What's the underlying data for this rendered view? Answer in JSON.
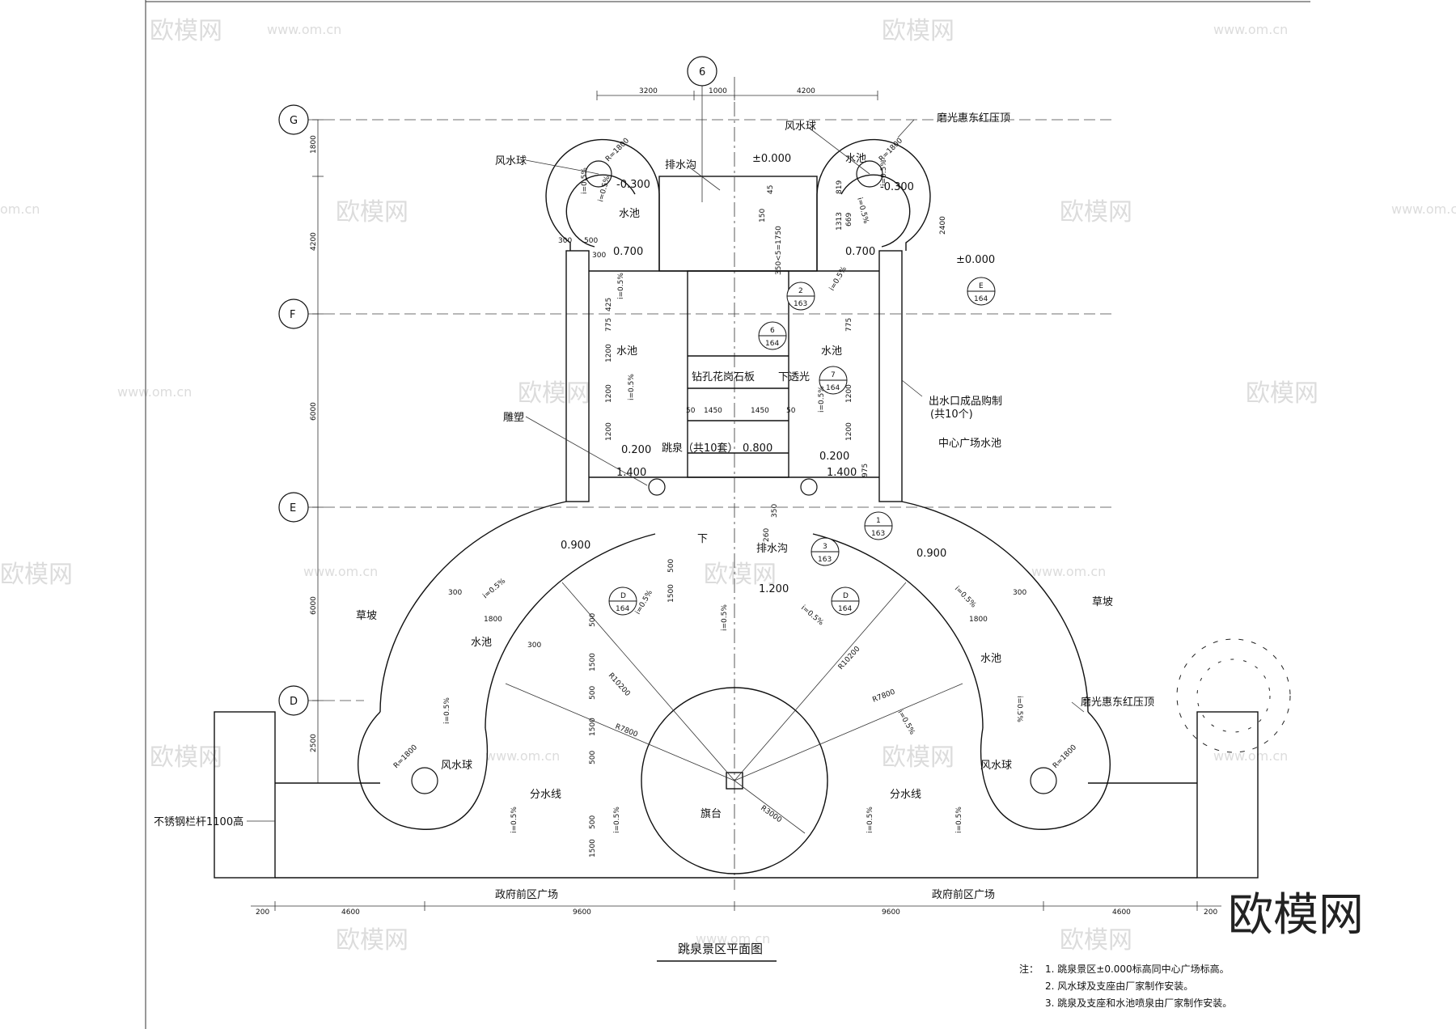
{
  "drawing": {
    "title": "跳泉景区平面图",
    "grid_labels": [
      "G",
      "F",
      "E",
      "D",
      "6"
    ],
    "labels": {
      "fengshuiqiu": "风水球",
      "paishuigou": "排水沟",
      "mogang": "磨光惠东红压顶",
      "shuichi": "水池",
      "zuankong": "钻孔花岗石板",
      "xiatouguang": "下透光",
      "chushuikou": "出水口成品购制",
      "gong10": "(共10个)",
      "zhongxin": "中心广场水池",
      "diaosu": "雕塑",
      "tiaoquan": "跳泉（共10套）",
      "xia": "下",
      "caopo": "草坡",
      "fenshuixian": "分水线",
      "qitai": "旗台",
      "buxiugang": "不锈钢栏杆1100高",
      "zhengfu": "政府前区广场"
    },
    "elevations": {
      "e000": "±0.000",
      "em0300": "-0.300",
      "e0700": "0.700",
      "e0200": "0.200",
      "e0800": "0.800",
      "e1400": "1.400",
      "e0900": "0.900",
      "e1200": "1.200"
    },
    "dims": {
      "d3200": "3200",
      "d1000": "1000",
      "d4200": "4200",
      "d1800": "1800",
      "d6000": "6000",
      "d2500": "2500",
      "d2400": "2400",
      "d200": "200",
      "d4600": "4600",
      "d9600": "9600",
      "d1450": "1450",
      "d50": "50",
      "d300": "300",
      "d500": "500",
      "d1500": "1500",
      "d1200": "1200",
      "d150x5": "350<5=1750",
      "d350": "350",
      "d45": "45",
      "d150": "150",
      "d260": "260",
      "d975": "975",
      "d425": "425",
      "d775": "775",
      "d669": "669",
      "d819": "819",
      "d1313": "1313"
    },
    "radii": {
      "r1800": "R=1800",
      "r10200": "R10200",
      "r7800": "R7800",
      "r3000": "R3000"
    },
    "slope": "i=0.5%",
    "refs": [
      {
        "num": "2",
        "sheet": "163"
      },
      {
        "num": "6",
        "sheet": "164"
      },
      {
        "num": "7",
        "sheet": "164"
      },
      {
        "num": "E",
        "sheet": "164"
      },
      {
        "num": "1",
        "sheet": "163"
      },
      {
        "num": "3",
        "sheet": "163"
      },
      {
        "num": "D",
        "sheet": "164"
      }
    ],
    "notes": {
      "head": "注：",
      "n1": "1.  跳泉景区±0.000标高同中心广场标高。",
      "n2": "2.  风水球及支座由厂家制作安装。",
      "n3": "3.  跳泉及支座和水池喷泉由厂家制作安装。"
    }
  },
  "watermark": {
    "brand": "欧模网",
    "site": "www.om.cn",
    "site_short": "om.cn"
  }
}
